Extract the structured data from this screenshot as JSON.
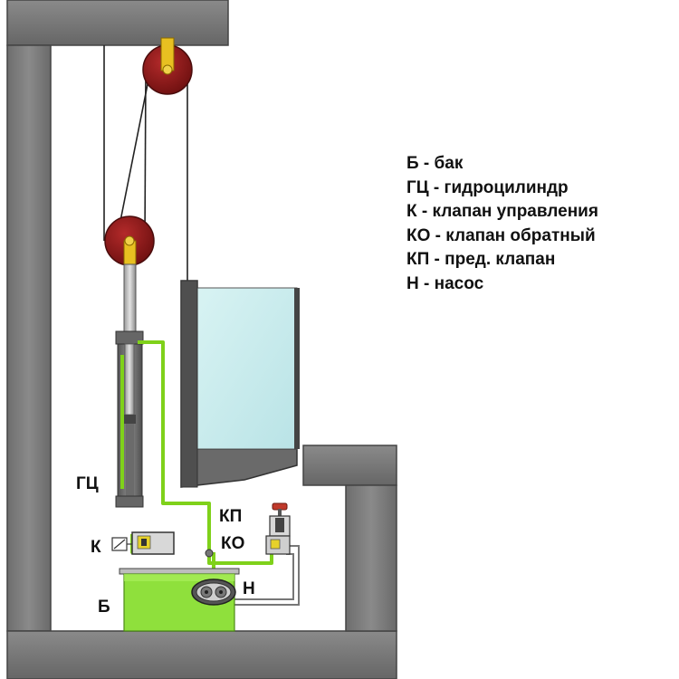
{
  "labels": {
    "cylinder": "ГЦ",
    "valve": "К",
    "relief_valve": "КП",
    "check_valve": "КО",
    "tank": "Б",
    "pump": "Н"
  },
  "legend": [
    "Б - бак",
    "ГЦ - гидроцилиндр",
    "К - клапан управления",
    "КО - клапан обратный",
    "КП - пред. клапан",
    "Н - насос"
  ],
  "colors": {
    "wall": "#7a7a7a",
    "wall_dark": "#555555",
    "pulley": "#8b1a1a",
    "fluid": "#8fe03c",
    "line": "#7fd11a",
    "cabin_glass": "#c6ecec",
    "valve_knob": "#c0392b"
  }
}
